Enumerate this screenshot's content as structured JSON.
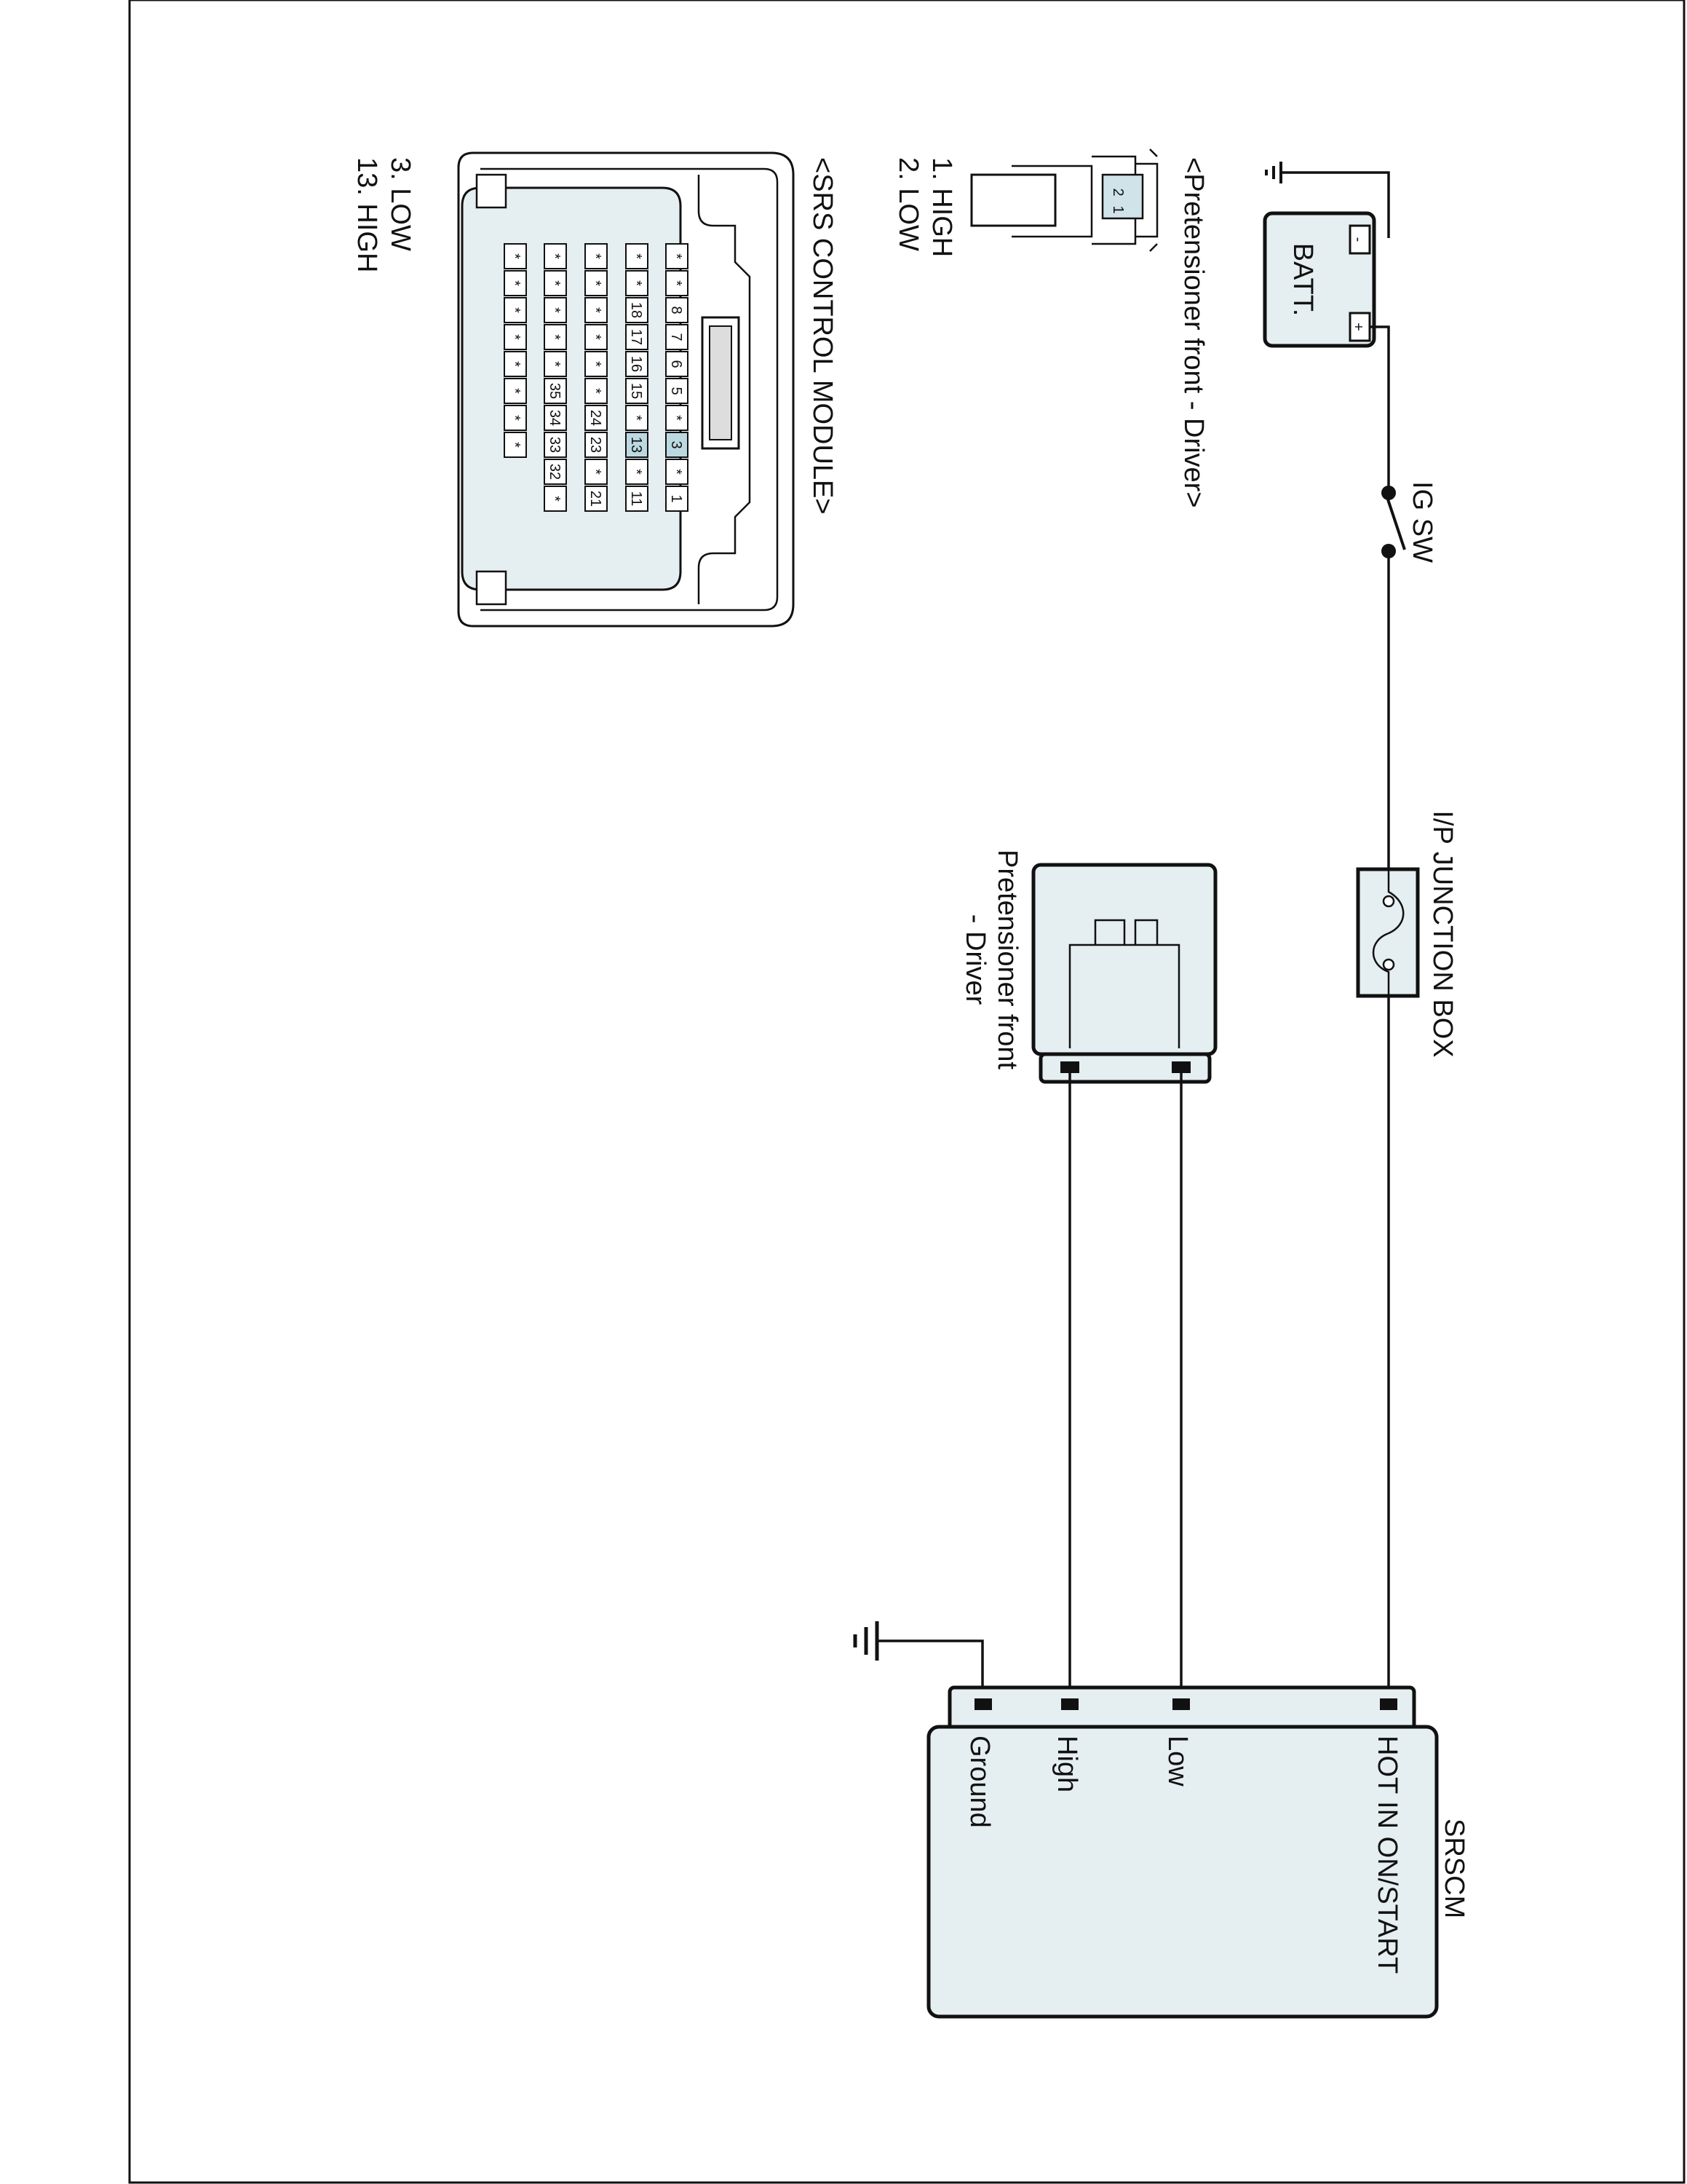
{
  "labels": {
    "batt": "BATT.",
    "batt_minus": "-",
    "batt_plus": "+",
    "ig_sw": "IG SW",
    "ip_junction_box": "I/P JUNCTION BOX",
    "pretensioner_component_line1": "Pretensioner front",
    "pretensioner_component_line2": "- Driver",
    "srscm": "SRSCM",
    "pin_hot": "HOT IN ON/START",
    "pin_low": "Low",
    "pin_high": "High",
    "pin_ground": "Ground",
    "pretensioner_connector_title": "<Pretensioner front - Driver>",
    "pretensioner_pin1": "1. HIGH",
    "pretensioner_pin2": "2. LOW",
    "pretensioner_terminal_2": "2",
    "pretensioner_terminal_1": "1",
    "srs_connector_title": "<SRS CONTROL MODULE>",
    "srs_pin3": "3. LOW",
    "srs_pin13": "13. HIGH"
  },
  "srs_connector_rows": [
    [
      "*",
      "*",
      "*",
      "*",
      "*",
      "*",
      "*",
      "*"
    ],
    [
      "*",
      "*",
      "*",
      "*",
      "*",
      "35",
      "34",
      "33",
      "32",
      "*"
    ],
    [
      "*",
      "*",
      "*",
      "*",
      "*",
      "*",
      "24",
      "23",
      "*",
      "21"
    ],
    [
      "*",
      "*",
      "18",
      "17",
      "16",
      "15",
      "*",
      "13",
      "*",
      "11"
    ],
    [
      "*",
      "*",
      "8",
      "7",
      "6",
      "5",
      "*",
      "3",
      "*",
      "1"
    ]
  ],
  "highlighted_pins": [
    "3",
    "13"
  ],
  "colors": {
    "fill": "#e5eef0",
    "line": "#111111",
    "highlight": "#bcd9e2"
  }
}
